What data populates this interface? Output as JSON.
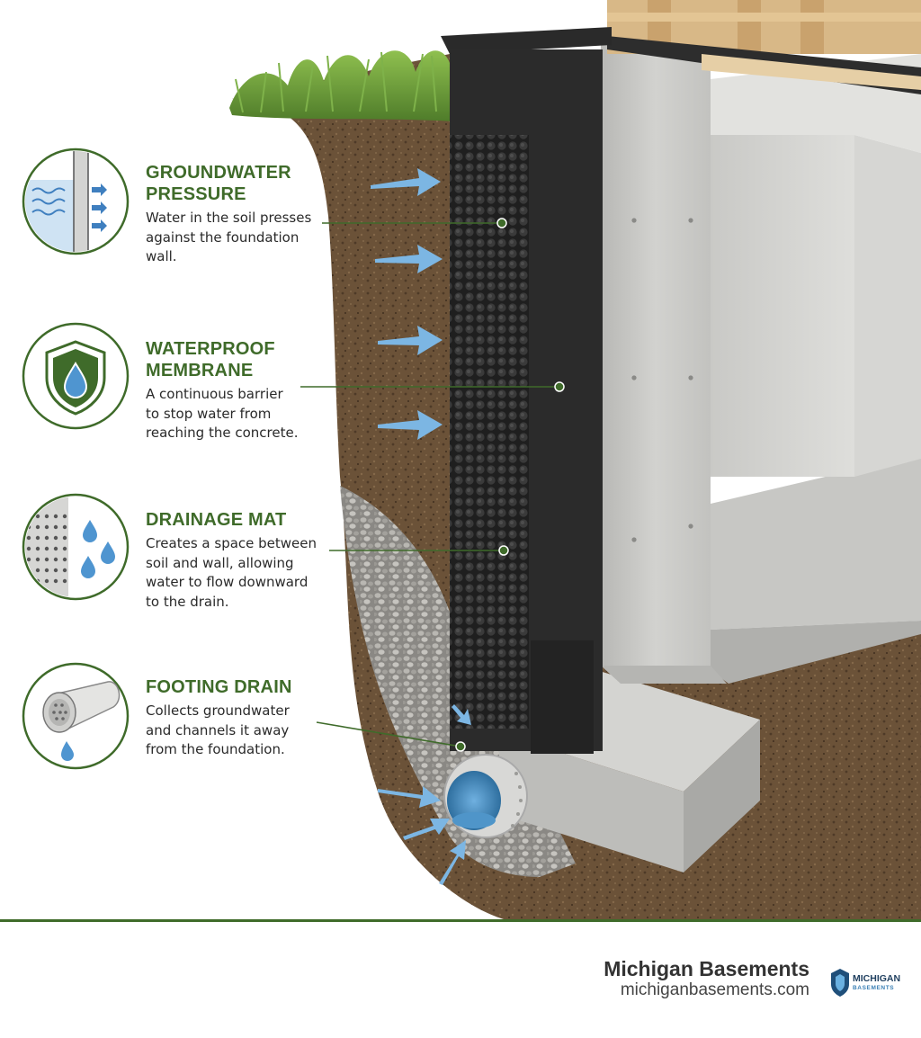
{
  "callouts": [
    {
      "title_line1": "GROUNDWATER",
      "title_line2": "PRESSURE",
      "desc": [
        "Water in the soil presses",
        "against the foundation",
        "wall."
      ],
      "icon": "wall-water-pressure-icon"
    },
    {
      "title_line1": "WATERPROOF",
      "title_line2": "MEMBRANE",
      "desc": [
        "A continuous barrier",
        "to stop water from",
        "reaching the concrete."
      ],
      "icon": "shield-water-drop-icon"
    },
    {
      "title_line1": "DRAINAGE MAT",
      "title_line2": "",
      "desc": [
        "Creates a space between",
        "soil and wall, allowing",
        "water to flow downward",
        "to the drain."
      ],
      "icon": "dimpled-mat-drops-icon"
    },
    {
      "title_line1": "FOOTING DRAIN",
      "title_line2": "",
      "desc": [
        "Collects groundwater",
        "and channels it away",
        "from the foundation."
      ],
      "icon": "perforated-pipe-icon"
    }
  ],
  "footer": {
    "brand_name": "Michigan Basements",
    "brand_url": "michiganbasements.com",
    "logo_text_line1": "MICHIGAN",
    "logo_text_line2": "BASEMENTS"
  },
  "colors": {
    "accent_green": "#3f6b2a",
    "water_blue": "#5aa0d6",
    "membrane": "#2b2b2b",
    "concrete": "#c9c9c7",
    "soil": "#6b5238"
  }
}
